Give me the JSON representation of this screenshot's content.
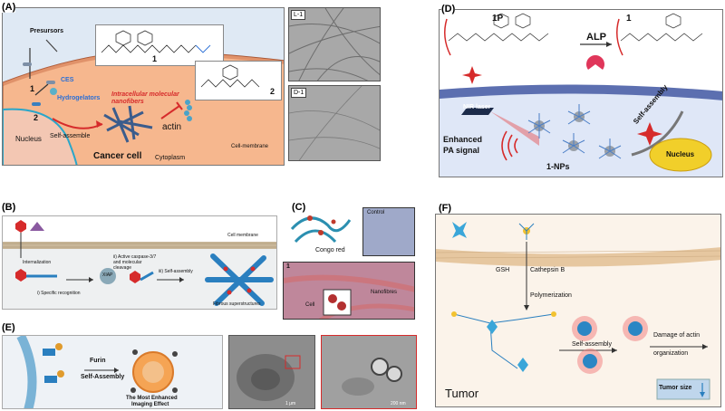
{
  "panelA": {
    "label": "(A)",
    "presursors": "Presursors",
    "ces": "CES",
    "num1": "1",
    "num2": "2",
    "hydrogelators": "Hydrogelators",
    "intracellular": "Intracellular molecular nanofibers",
    "nucleus": "Nucleus",
    "selfassemble": "Self-assemble",
    "actin": "actin",
    "cancercell": "Cancer cell",
    "cytoplasm": "Cytoplasm",
    "cellmembrane": "Cell-membrane",
    "cmpd1": "1",
    "cmpd2": "2",
    "tem1": "L-1",
    "tem2": "D-1"
  },
  "panelB": {
    "label": "(B)",
    "cellmembrane": "Cell membrane",
    "internalization": "Internalization",
    "recognition": "i) Specific recognition",
    "caspase": "ii) Active caspase-3/7 and molecular cleavage",
    "xiap": "XIAP",
    "selfassembly": "iii) Self-assembly",
    "fibrous": "Fibrous superstructures"
  },
  "panelC": {
    "label": "(C)",
    "control": "Control",
    "congo": "Congo red",
    "one": "1",
    "nanofibres": "Nanofibres",
    "cell": "Cell"
  },
  "panelD": {
    "label": "(D)",
    "p1": "1P",
    "p2": "1",
    "alp": "ALP",
    "nir": "NIR laser",
    "enhanced": "Enhanced",
    "pasignal": "PA signal",
    "selfassembly": "Self-assembly",
    "nucleus": "Nucleus",
    "nps": "1-NPs"
  },
  "panelE": {
    "label": "(E)",
    "furin": "Furin",
    "selfassembly": "Self-Assembly",
    "enhanced1": "The Most Enhanced",
    "enhanced2": "Imaging Effect",
    "scale1": "1 μm",
    "scale2": "200 nm"
  },
  "panelF": {
    "label": "(F)",
    "gsh": "GSH",
    "cathepsin": "Cathepsin B",
    "polymerization": "Polymerization",
    "selfassembly": "Self-assembly",
    "damage1": "Damage of actin",
    "damage2": "organization",
    "tumor": "Tumor",
    "tumorsize": "Tumor size"
  }
}
